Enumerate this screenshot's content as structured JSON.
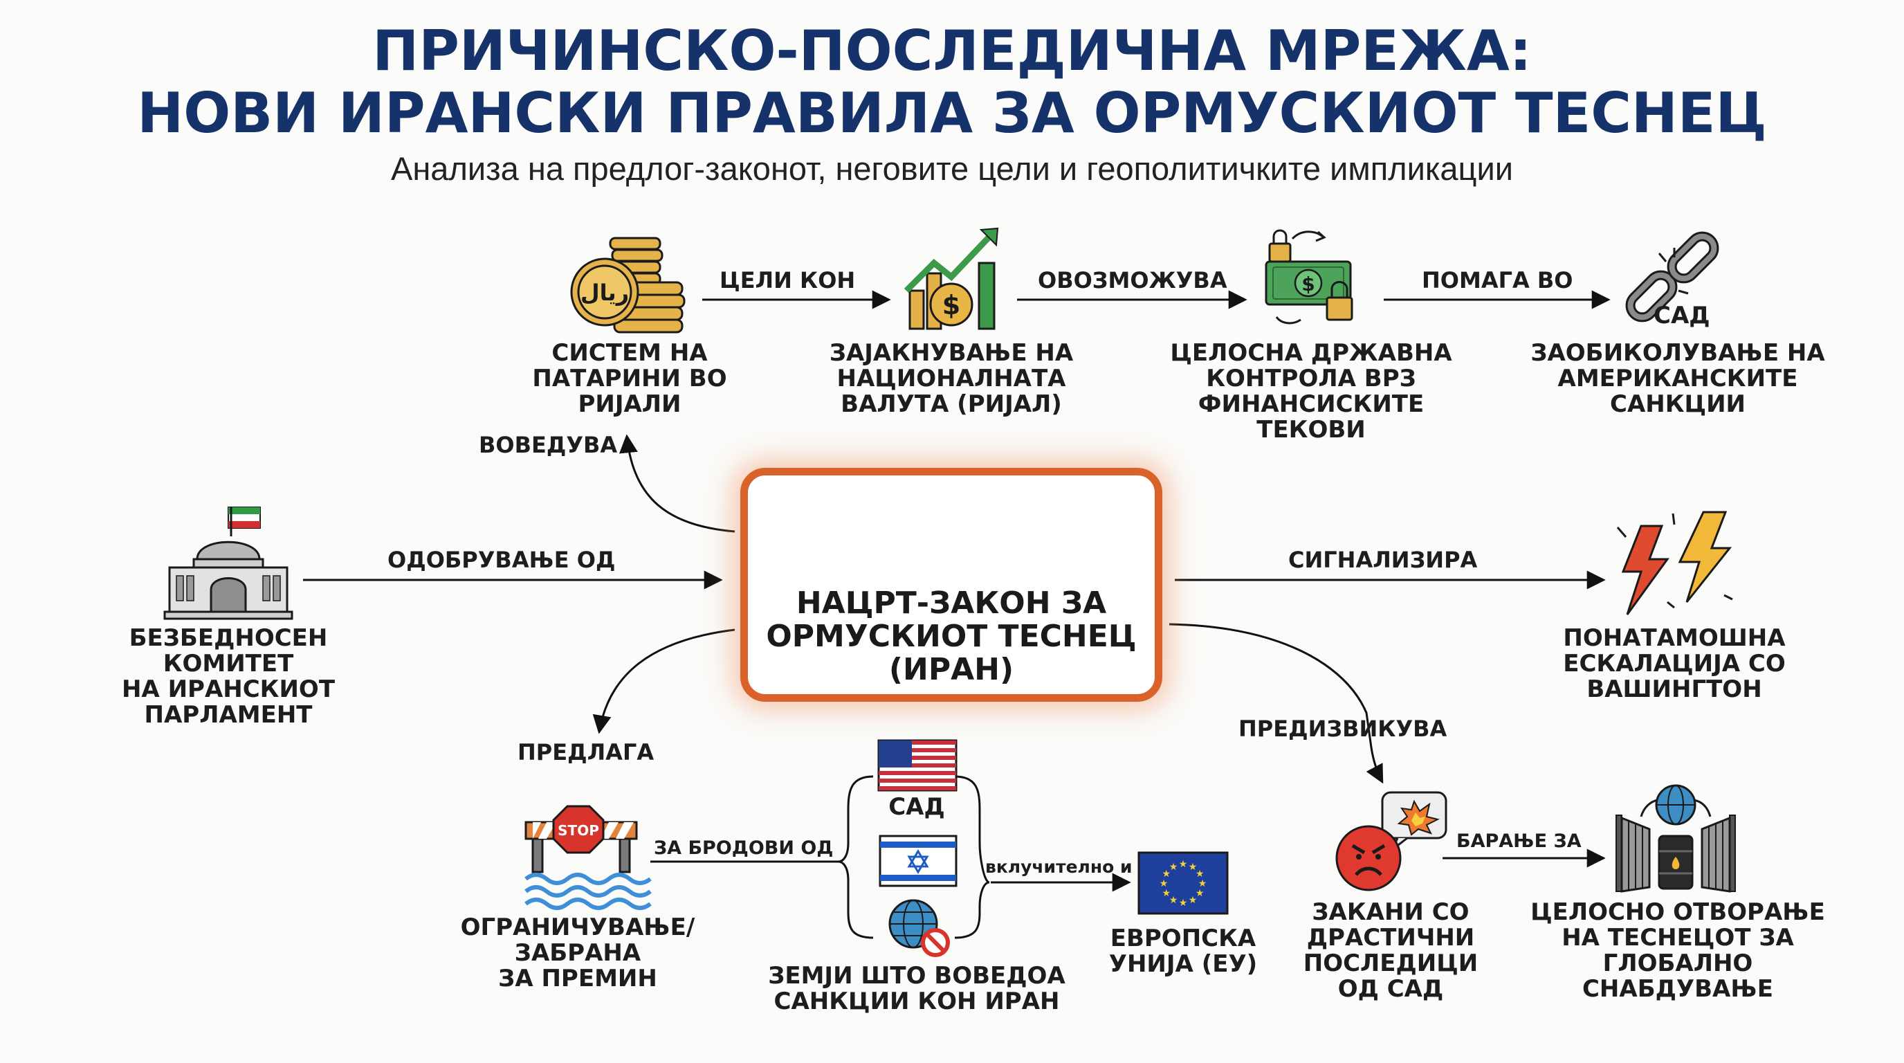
{
  "title": {
    "line1": "ПРИЧИНСКО-ПОСЛЕДИЧНА МРЕЖА:",
    "line2": "НОВИ ИРАНСКИ ПРАВИЛА ЗА ОРМУСКИОТ ТЕСНЕЦ"
  },
  "subtitle": "Анализа на предлог-законот, неговите цели и геополитичките импликации",
  "center": {
    "label": "НАЦРТ-ЗАКОН ЗА\nОРМУСКИОТ ТЕСНЕЦ\n(ИРАН)"
  },
  "nodes": {
    "toll_system": "СИСТЕМ НА\nПАТАРИНИ ВО\nРИЈАЛИ",
    "currency": "ЗАЈАКНУВАЊЕ НА\nНАЦИОНАЛНАТА\nВАЛУТА (РИЈАЛ)",
    "state_control": "ЦЕЛОСНА ДРЖАВНА\nКОНТРОЛА ВРЗ\nФИНАНСИСКИТЕ\nТЕКОВИ",
    "bypass_sanctions": "ЗАОБИКОЛУВАЊЕ НА\nАМЕРИКАНСКИТЕ\nСАНКЦИИ",
    "committee": "БЕЗБЕДНОСЕН\nКОМИТЕТ\nНА ИРАНСКИОТ\nПАРЛАМЕНТ",
    "escalation": "ПОНАТАМОШНА\nЕСКАЛАЦИЈА СО\nВАШИНГТОН",
    "restriction": "ОГРАНИЧУВАЊЕ/ЗАБРАНА\nЗА ПРЕМИН",
    "sanction_countries": "ЗЕМЈИ ШТО ВОВЕДОА\nСАНКЦИИ КОН ИРАН",
    "eu": "ЕВРОПСКА\nУНИЈА (ЕУ)",
    "threats": "ЗАКАНИ СО\nДРАСТИЧНИ\nПОСЛЕДИЦИ\nОД САД",
    "full_opening": "ЦЕЛОСНО ОТВОРАЊЕ\nНА ТЕСНЕЦОТ ЗА\nГЛОБАЛНО\nСНАБДУВАЊЕ",
    "usa_flag_label": "САД",
    "usa_chain_label": "САД"
  },
  "edges": {
    "aims_at": "ЦЕЛИ КОН",
    "enables": "ОВОЗМОЖУВА",
    "helps_in": "ПОМАГА ВО",
    "introduces": "ВОВЕДУВА",
    "approval_by": "ОДОБРУВАЊЕ ОД",
    "signals": "СИГНАЛИЗИРА",
    "proposes": "ПРЕДЛАГА",
    "provokes": "ПРЕДИЗВИКУВА",
    "for_ships_from": "ЗА БРОДОВИ ОД",
    "including": "вклучително и",
    "demand_for": "БАРАЊЕ ЗА"
  },
  "icons": {
    "toll_system": "coins-rial-icon",
    "currency": "growth-chart-icon",
    "state_control": "locked-money-icon",
    "bypass_sanctions": "broken-chain-icon",
    "center": "document-scroll-icon",
    "committee": "parliament-building-icon",
    "escalation": "lightning-bolts-icon",
    "restriction": "stop-barrier-icon",
    "usa": "usa-flag-icon",
    "israel": "israel-flag-icon",
    "sanction_globe": "globe-ban-icon",
    "eu": "eu-flag-icon",
    "threats": "angry-face-icon",
    "full_opening": "open-gate-icon"
  },
  "colors": {
    "title": "#16326b",
    "center_border": "#d9622b",
    "edge": "#111111"
  }
}
